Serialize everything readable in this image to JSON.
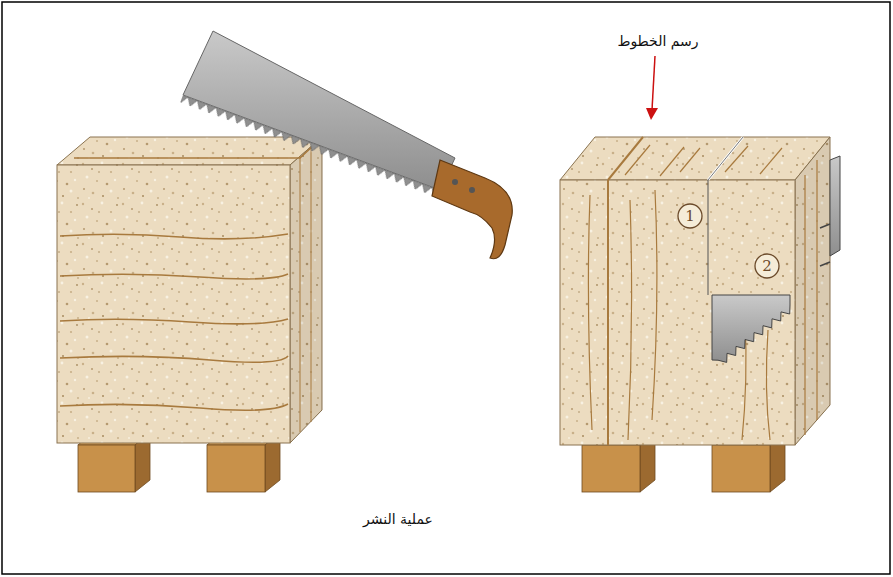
{
  "diagram": {
    "caption": "عملية النشر",
    "nodes": [
      {
        "text": [
          "1"
        ]
      },
      {
        "text": [
          "2"
        ]
      }
    ],
    "labels": [
      "رسم الخطوط"
    ]
  }
}
